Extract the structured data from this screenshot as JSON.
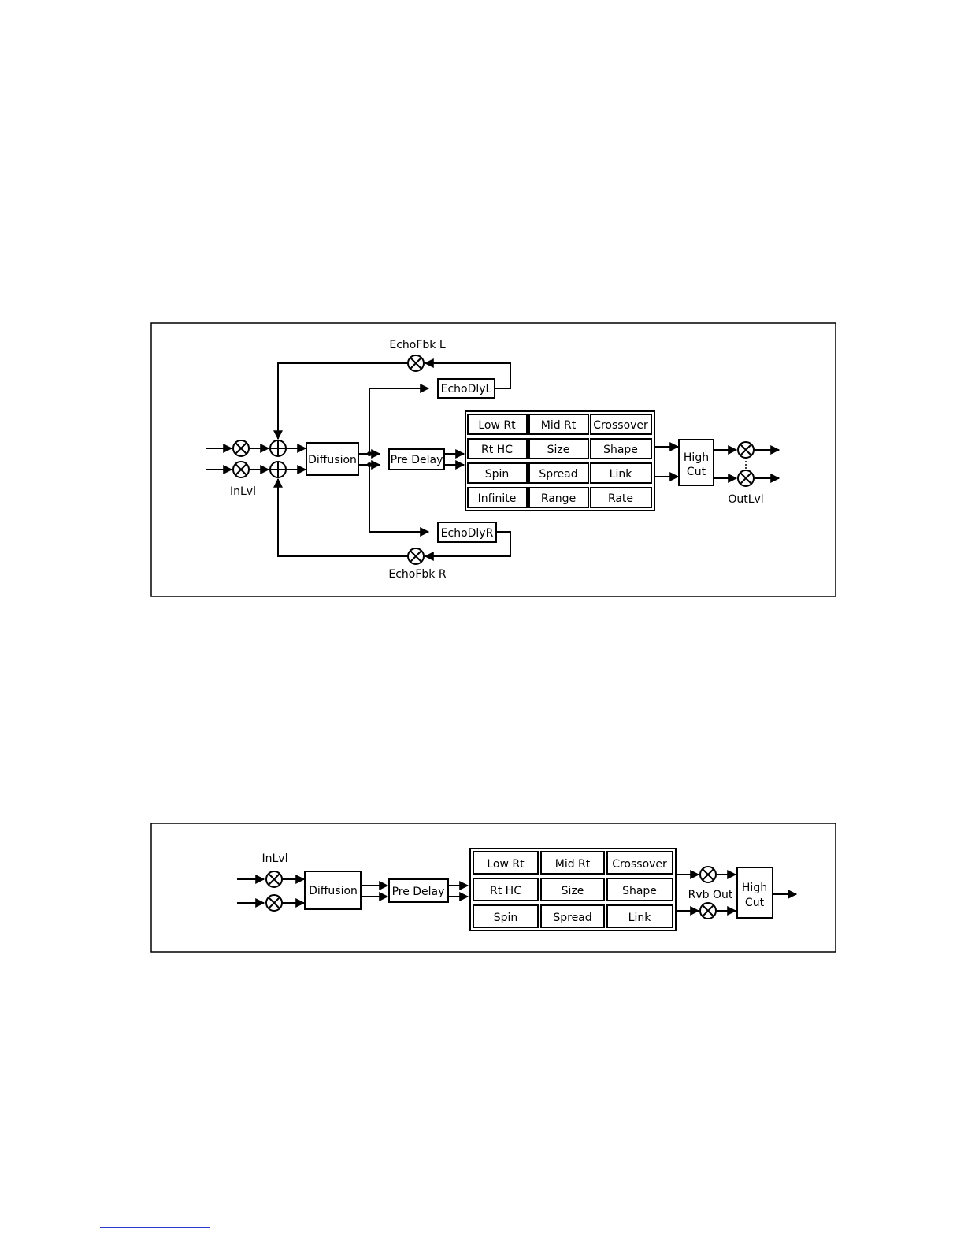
{
  "diagram1": {
    "labels": {
      "echo_fbk_l": "EchoFbk L",
      "echo_dly_l": "EchoDlyL",
      "diffusion": "Diffusion",
      "pre_delay": "Pre Delay",
      "in_lvl": "InLvl",
      "echo_dly_r": "EchoDlyR",
      "echo_fbk_r": "EchoFbk R",
      "high_cut_1": "High",
      "high_cut_2": "Cut",
      "out_lvl": "OutLvl"
    },
    "grid": [
      [
        "Low Rt",
        "Mid Rt",
        "Crossover"
      ],
      [
        "Rt HC",
        "Size",
        "Shape"
      ],
      [
        "Spin",
        "Spread",
        "Link"
      ],
      [
        "Infinite",
        "Range",
        "Rate"
      ]
    ]
  },
  "diagram2": {
    "labels": {
      "in_lvl": "InLvl",
      "diffusion": "Diffusion",
      "pre_delay": "Pre Delay",
      "rvb_out": "Rvb Out",
      "high_cut_1": "High",
      "high_cut_2": "Cut"
    },
    "grid": [
      [
        "Low Rt",
        "Mid Rt",
        "Crossover"
      ],
      [
        "Rt HC",
        "Size",
        "Shape"
      ],
      [
        "Spin",
        "Spread",
        "Link"
      ]
    ]
  }
}
